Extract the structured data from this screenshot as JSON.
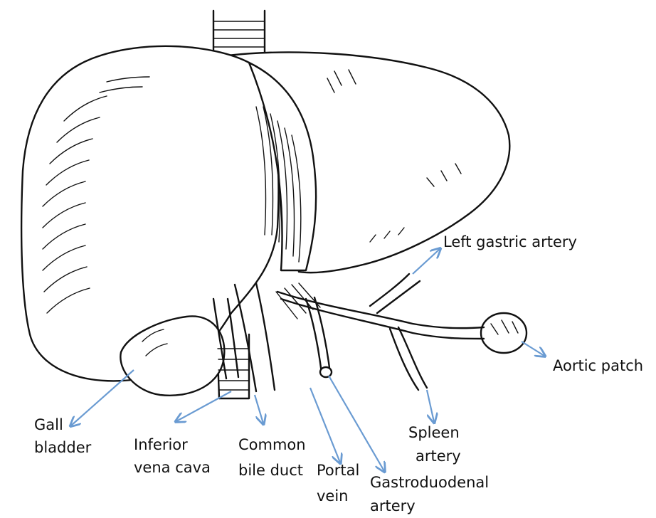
{
  "figure": {
    "arrow_color": "#6a9bd2",
    "ink_color": "#111111",
    "organ_icon": "liver-illustration"
  },
  "labels": {
    "left_gastric_artery": "Left gastric artery",
    "aortic_patch": "Aortic patch",
    "gall": "Gall",
    "bladder": "bladder",
    "inferior": "Inferior",
    "vena_cava": "vena cava",
    "common": "Common",
    "bile_duct": "bile duct",
    "portal": "Portal",
    "vein": "vein",
    "gastroduodenal": "Gastroduodenal",
    "artery_gd": "artery",
    "spleen": "Spleen",
    "artery_spleen": "artery"
  }
}
